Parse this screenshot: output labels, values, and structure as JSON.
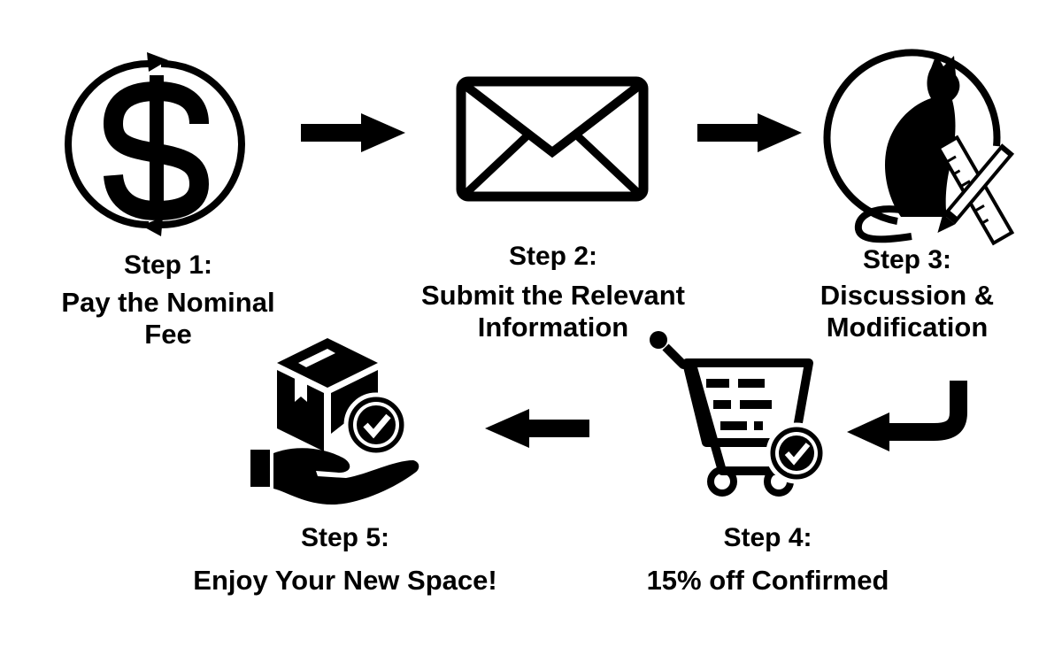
{
  "steps": [
    {
      "title": "Step 1:",
      "line1": "Pay the Nominal",
      "line2": "Fee",
      "icon": "dollar-cycle-icon"
    },
    {
      "title": "Step 2:",
      "line1": "Submit the Relevant",
      "line2": "Information",
      "icon": "envelope-icon"
    },
    {
      "title": "Step 3:",
      "line1": "Discussion &",
      "line2": "Modification",
      "icon": "cat-ruler-pencil-icon"
    },
    {
      "title": "Step 4:",
      "line1": "15% off Confirmed",
      "line2": "",
      "icon": "cart-check-icon"
    },
    {
      "title": "Step 5:",
      "line1": "Enjoy Your New Space!",
      "line2": "",
      "icon": "hand-box-check-icon"
    }
  ],
  "colors": {
    "ink": "#000000",
    "background": "#ffffff"
  }
}
